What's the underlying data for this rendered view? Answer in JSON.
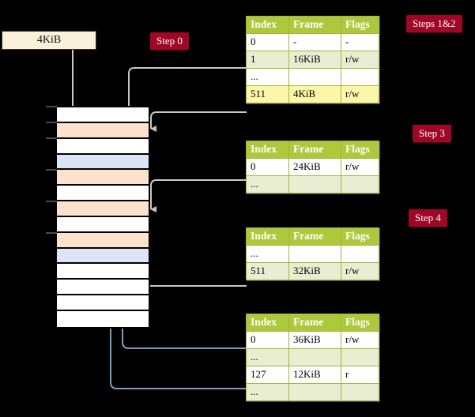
{
  "page_box": {
    "label": "4KiB"
  },
  "badges": [
    {
      "id": "step0",
      "label": "Step 0"
    },
    {
      "id": "steps12",
      "label": "Steps 1&2"
    },
    {
      "id": "step3",
      "label": "Step 3"
    },
    {
      "id": "step4",
      "label": "Step 4"
    }
  ],
  "memory_column": {
    "rows": [
      {
        "fill": "plain"
      },
      {
        "fill": "peach"
      },
      {
        "fill": "plain"
      },
      {
        "fill": "blue"
      },
      {
        "fill": "peach"
      },
      {
        "fill": "plain"
      },
      {
        "fill": "peach"
      },
      {
        "fill": "plain"
      },
      {
        "fill": "peach"
      },
      {
        "fill": "blue"
      },
      {
        "fill": "plain"
      },
      {
        "fill": "plain"
      },
      {
        "fill": "plain"
      },
      {
        "fill": "plain"
      }
    ]
  },
  "tables": [
    {
      "id": "table-l4",
      "headers": [
        "Index",
        "Frame",
        "Flags"
      ],
      "rows": [
        {
          "cells": [
            "0",
            "-",
            "-"
          ],
          "style": "white"
        },
        {
          "cells": [
            "1",
            "16KiB",
            "r/w"
          ],
          "style": "tint"
        },
        {
          "cells": [
            "...",
            "",
            ""
          ],
          "style": "white"
        },
        {
          "cells": [
            "511",
            "4KiB",
            "r/w"
          ],
          "style": "highlight"
        }
      ]
    },
    {
      "id": "table-l3",
      "headers": [
        "Index",
        "Frame",
        "Flags"
      ],
      "rows": [
        {
          "cells": [
            "0",
            "24KiB",
            "r/w"
          ],
          "style": "white"
        },
        {
          "cells": [
            "...",
            "",
            ""
          ],
          "style": "tint"
        }
      ]
    },
    {
      "id": "table-l2",
      "headers": [
        "Index",
        "Frame",
        "Flags"
      ],
      "rows": [
        {
          "cells": [
            "...",
            "",
            ""
          ],
          "style": "white"
        },
        {
          "cells": [
            "511",
            "32KiB",
            "r/w"
          ],
          "style": "tint"
        }
      ]
    },
    {
      "id": "table-l1",
      "headers": [
        "Index",
        "Frame",
        "Flags"
      ],
      "rows": [
        {
          "cells": [
            "0",
            "36KiB",
            "r/w"
          ],
          "style": "white"
        },
        {
          "cells": [
            "...",
            "",
            ""
          ],
          "style": "tint"
        },
        {
          "cells": [
            "127",
            "12KiB",
            "r"
          ],
          "style": "white"
        },
        {
          "cells": [
            "...",
            "",
            ""
          ],
          "style": "tint"
        }
      ]
    }
  ],
  "colors": {
    "table_header": "#aec83c",
    "table_tint": "#e9eed3",
    "highlight": "#fbf6a8",
    "badge": "#a00726",
    "peach": "#fce2cb",
    "blue": "#dbe5f7",
    "page_box": "#fbf0d9",
    "gray_wire": "#c9c9c9",
    "blue_wire": "#7e9bc4"
  }
}
